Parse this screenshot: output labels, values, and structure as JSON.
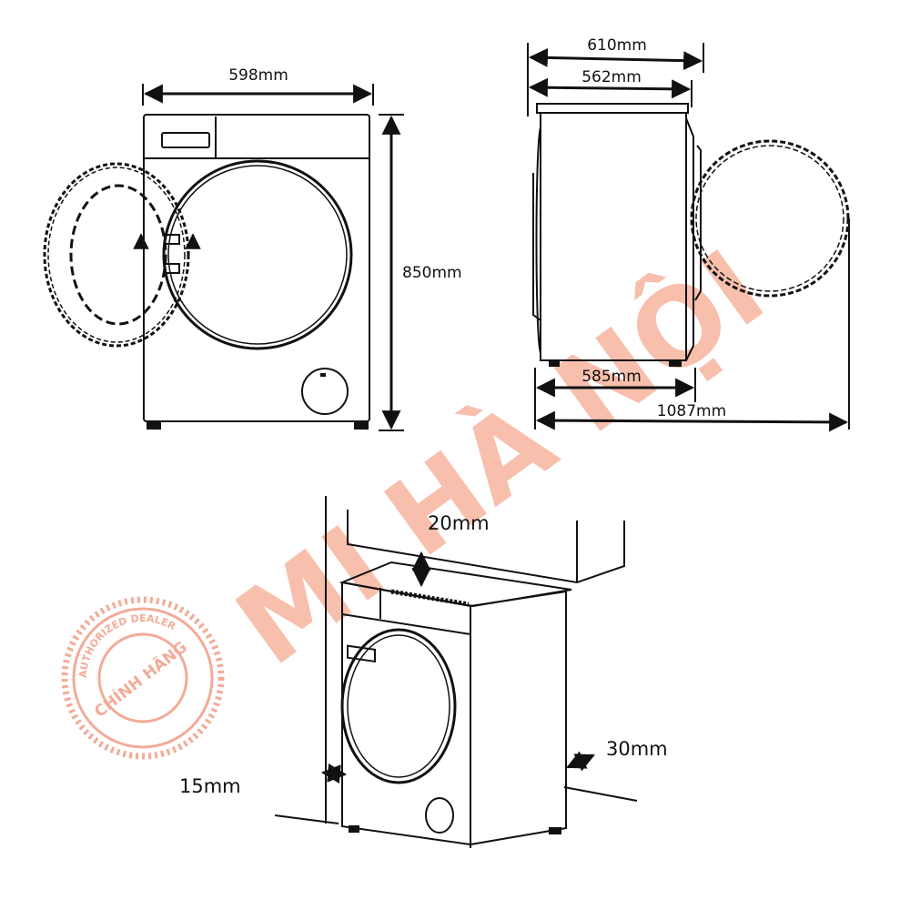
{
  "front_view": {
    "width_label": "598mm",
    "height_label": "850mm"
  },
  "side_view": {
    "depth_total_label": "610mm",
    "depth_body_label": "562mm",
    "depth_feet_label": "585mm",
    "depth_door_open_label": "1087mm"
  },
  "installation_view": {
    "top_gap_label": "20mm",
    "side_gap_label": "15mm",
    "back_gap_label": "30mm"
  },
  "watermark": {
    "text": "MI HÀ NỘI",
    "color": "#f5a48a"
  },
  "stamp": {
    "center_text": "CHÍNH HÃNG",
    "ring_text": "AUTHORIZED DEALER",
    "color": "#f08f76"
  }
}
